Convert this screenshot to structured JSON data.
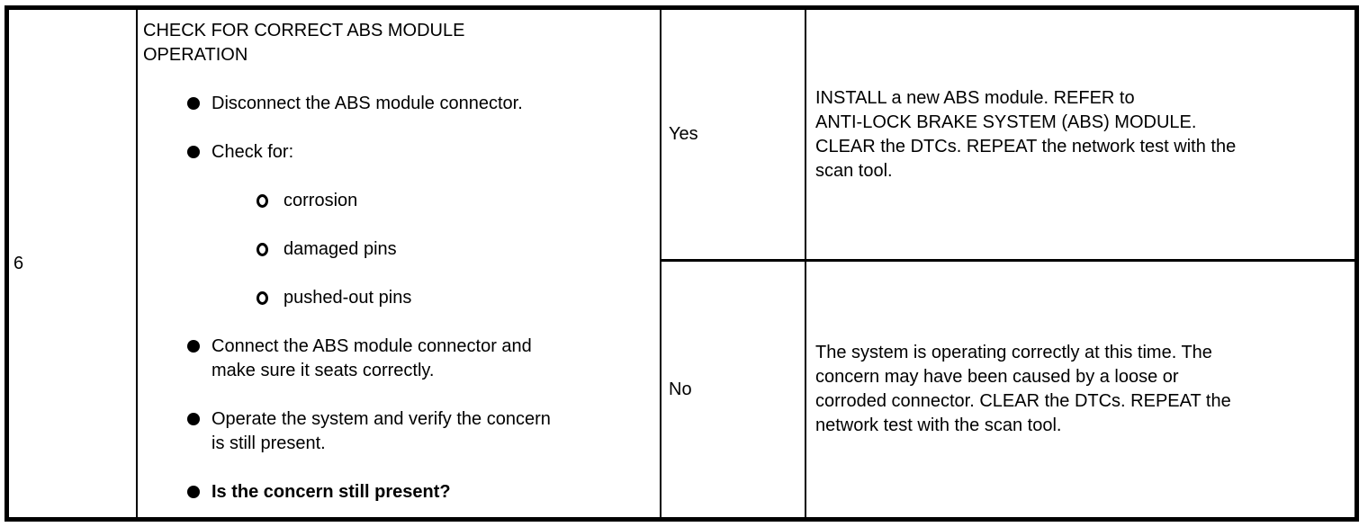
{
  "table": {
    "step_number": "6",
    "action": {
      "title": "CHECK FOR CORRECT ABS MODULE\nOPERATION",
      "bullet_marker_styles": {
        "level1": "filled-circle",
        "level2": "open-circle"
      },
      "bullets": [
        {
          "level": 1,
          "bold": false,
          "text": "Disconnect the ABS module connector."
        },
        {
          "level": 1,
          "bold": false,
          "text": "Check for:"
        },
        {
          "level": 2,
          "bold": false,
          "text": "corrosion"
        },
        {
          "level": 2,
          "bold": false,
          "text": "damaged pins"
        },
        {
          "level": 2,
          "bold": false,
          "text": "pushed-out pins"
        },
        {
          "level": 1,
          "bold": false,
          "text": "Connect the ABS module connector and\nmake sure it seats correctly."
        },
        {
          "level": 1,
          "bold": false,
          "text": "Operate the system and verify the concern\nis still present."
        },
        {
          "level": 1,
          "bold": true,
          "text": "Is the concern still present?"
        }
      ]
    },
    "results": [
      {
        "answer": "Yes",
        "action": "INSTALL a new ABS module. REFER to\nANTI-LOCK BRAKE SYSTEM (ABS) MODULE.\nCLEAR the DTCs. REPEAT the network test with the\nscan tool."
      },
      {
        "answer": "No",
        "action": "The system is operating correctly at this time. The\nconcern may have been caused by a loose or\ncorroded connector. CLEAR the DTCs. REPEAT the\nnetwork test with the scan tool."
      }
    ],
    "colors": {
      "border": "#000000",
      "text": "#000000",
      "background": "#ffffff"
    }
  }
}
